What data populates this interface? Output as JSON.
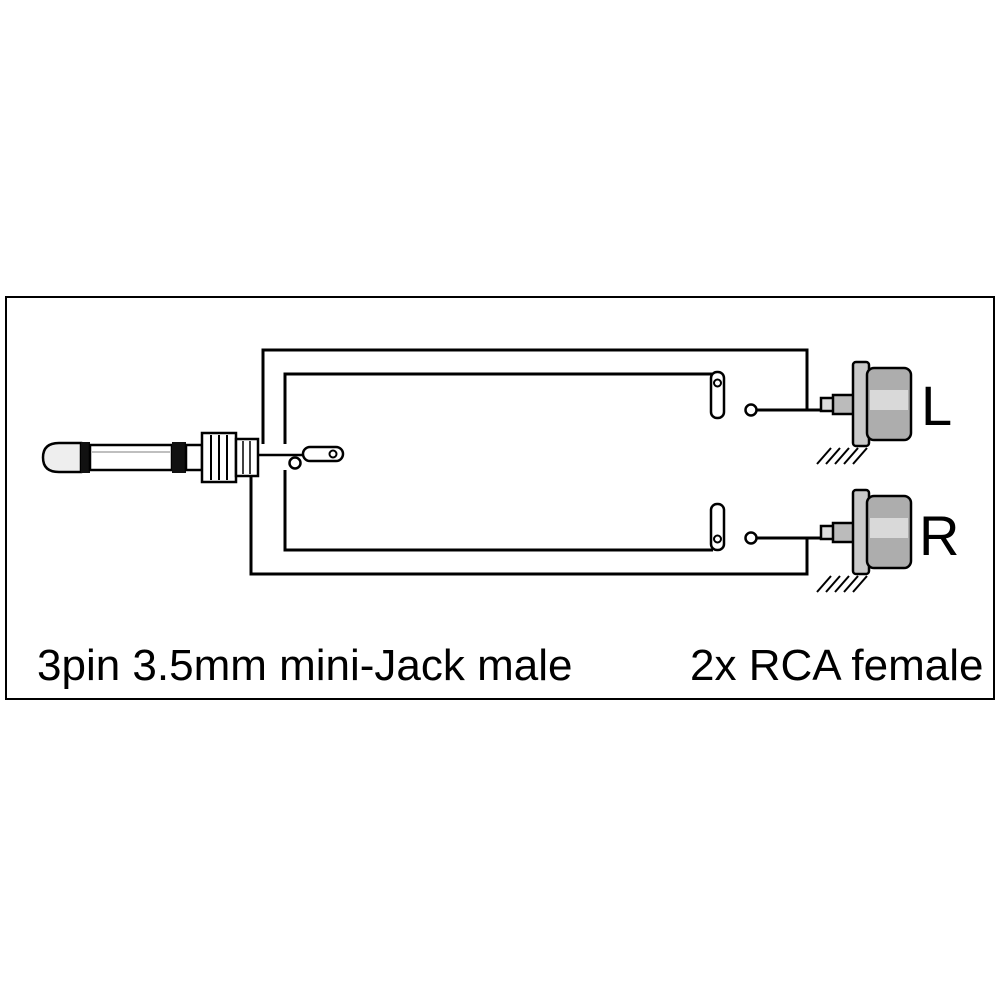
{
  "diagram": {
    "caption_left": "3pin 3.5mm mini-Jack male",
    "caption_right": "2x RCA female",
    "label_left_channel": "L",
    "label_right_channel": "R"
  },
  "colors": {
    "line": "#000000",
    "background": "#ffffff",
    "metal_light": "#d9d9d9",
    "metal_mid": "#b0b0b0",
    "metal_dark": "#8c8c8c"
  }
}
